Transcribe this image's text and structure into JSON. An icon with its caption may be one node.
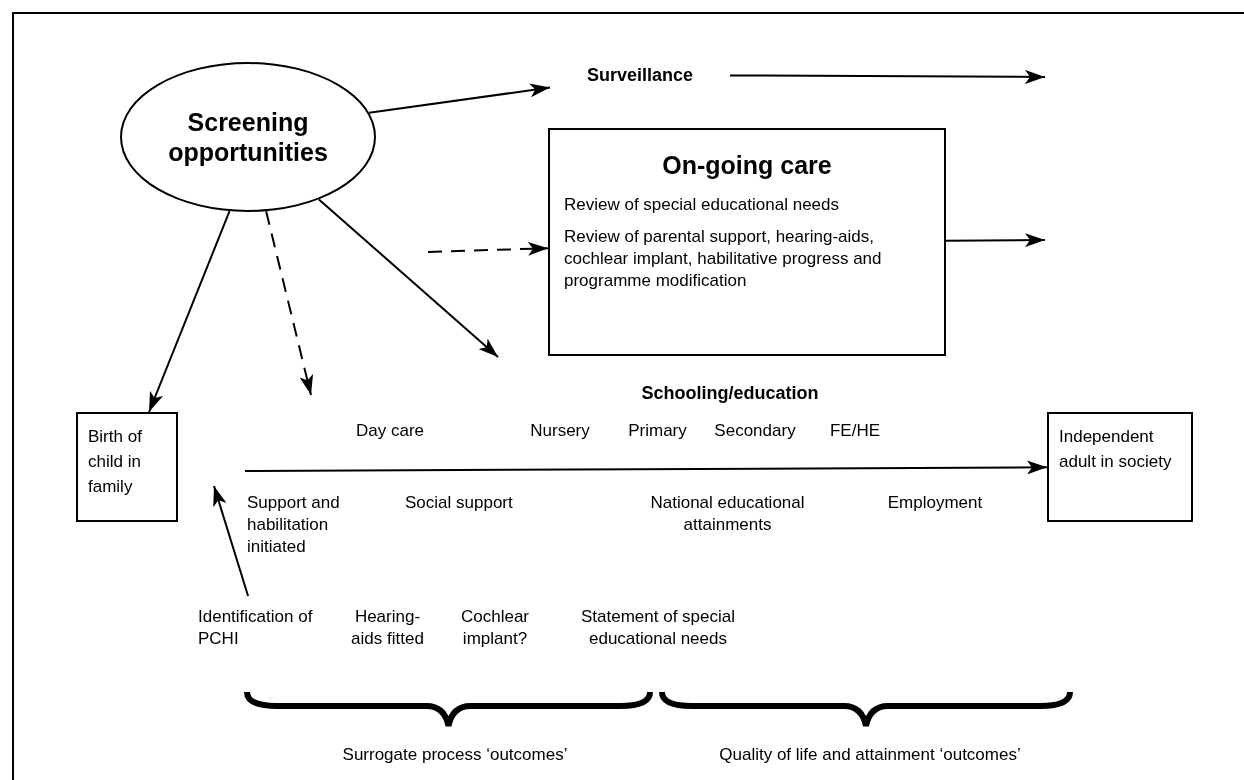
{
  "diagram": {
    "nodes": [
      {
        "text": [
          "Screening opportunities"
        ]
      },
      {
        "text": [
          "Surveillance"
        ]
      },
      {
        "text": [
          "On-going care",
          "Review of special educational needs",
          "Review of parental support, hearing-aids, cochlear implant, habilitative progress and programme modification"
        ]
      },
      {
        "text": [
          "Birth of child in family"
        ]
      },
      {
        "text": [
          "Independent adult in society"
        ]
      },
      {
        "text": [
          "Identification of PCHI"
        ]
      }
    ],
    "edges": [
      {
        "from": 0,
        "to": 1,
        "arrow": "to"
      },
      {
        "from": 1,
        "to": null,
        "arrow": "to"
      },
      {
        "from": 0,
        "to": 3,
        "arrow": "to"
      },
      {
        "from": 0,
        "to": null,
        "arrow": "to",
        "style": "dashed"
      },
      {
        "from": 0,
        "to": null,
        "arrow": "to"
      },
      {
        "from": null,
        "to": 2,
        "arrow": "to",
        "style": "dashed"
      },
      {
        "from": 2,
        "to": null,
        "arrow": "to"
      },
      {
        "from": null,
        "to": 4,
        "arrow": "to"
      },
      {
        "from": 5,
        "to": null,
        "arrow": "to"
      }
    ],
    "labels": [
      "Schooling/education",
      "Day care",
      "Nursery",
      "Primary",
      "Secondary",
      "FE/HE",
      "Support and habilitation initiated",
      "Social support",
      "National educational attainments",
      "Employment",
      "Hearing-aids fitted",
      "Cochlear implant?",
      "Statement of special educational needs",
      "Surrogate process ‘outcomes’",
      "Quality of life and attainment ‘outcomes’"
    ]
  }
}
